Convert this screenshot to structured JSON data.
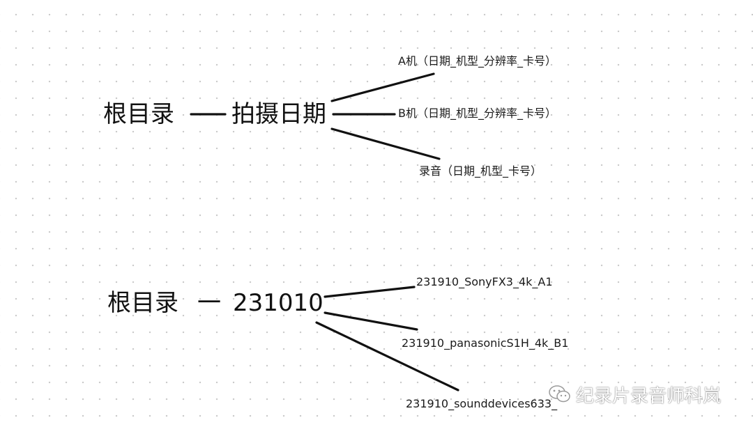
{
  "diagram1": {
    "root": "根目录",
    "child": "拍摄日期",
    "branches": [
      "A机（日期_机型_分辨率_卡号）",
      "B机（日期_机型_分辨率_卡号）",
      "录音（日期_机型_卡号）"
    ]
  },
  "diagram2": {
    "root": "根目录",
    "separator": "一",
    "child": "231010",
    "branches": [
      "231910_SonyFX3_4k_A1",
      "231910_panasonicS1H_4k_B1",
      "231910_sounddevices633_"
    ]
  },
  "watermark": {
    "text": "纪录片录音师科岚",
    "icon": "wechat-icon"
  }
}
